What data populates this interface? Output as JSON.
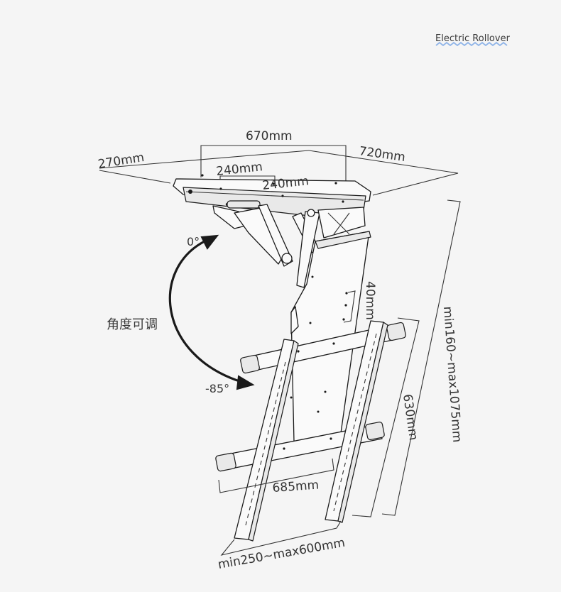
{
  "header": {
    "title": "Electric Rollover",
    "accent": "#8fb4e8"
  },
  "labels": {
    "angle_top": "0°",
    "angle_caption": "角度可调",
    "angle_bottom": "-85°"
  },
  "dimensions": {
    "top_width": "670mm",
    "depth_left": "270mm",
    "depth_right": "720mm",
    "hole_spacing_1": "240mm",
    "hole_spacing_2": "240mm",
    "arm_step": "40mm",
    "height_range": "min160~max1075mm",
    "rail_length": "630mm",
    "arm_span": "685mm",
    "vesa_range": "min250~max600mm"
  },
  "colors": {
    "line": "#1a1a1a",
    "text": "#333333",
    "background": "#f5f5f5"
  }
}
